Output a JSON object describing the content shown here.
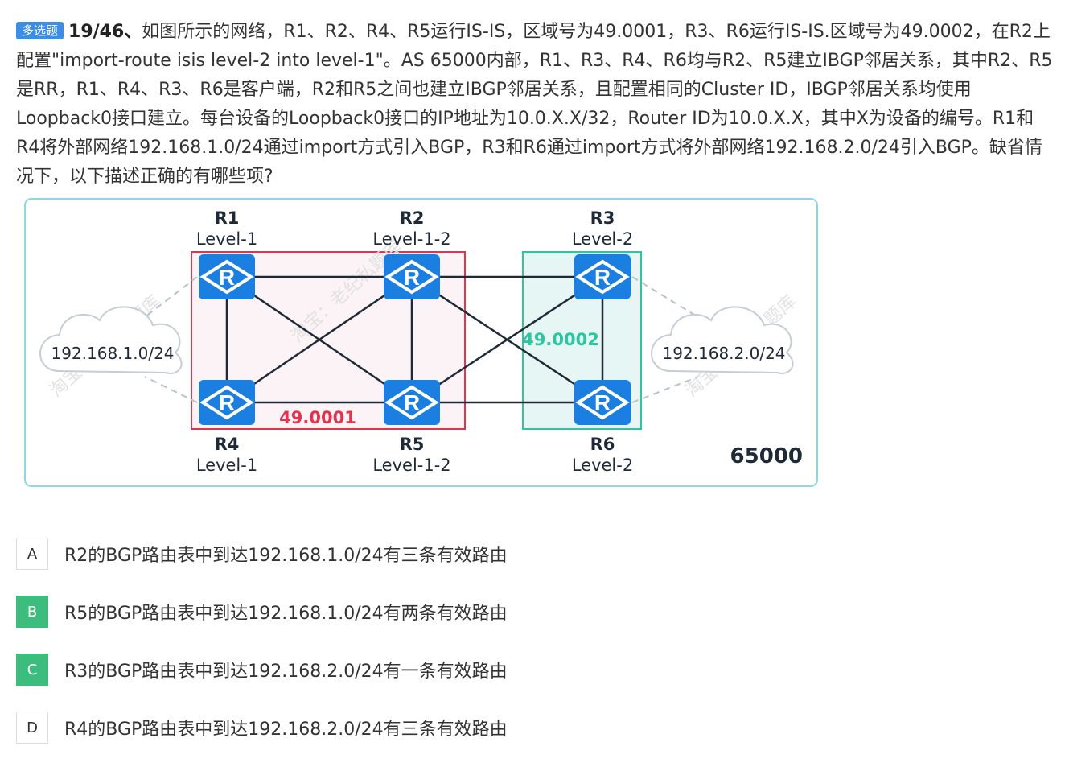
{
  "question": {
    "badge": "多选题",
    "number": "19/46",
    "separator": "、",
    "text": "如图所示的网络，R1、R2、R4、R5运行IS-IS，区域号为49.0001，R3、R6运行IS-IS.区域号为49.0002，在R2上配置\"import-route isis level-2 into level-1\"。AS 65000内部，R1、R3、R4、R6均与R2、R5建立IBGP邻居关系，其中R2、R5是RR，R1、R4、R3、R6是客户端，R2和R5之间也建立IBGP邻居关系，且配置相同的Cluster ID，IBGP邻居关系均使用Loopback0接口建立。每台设备的Loopback0接口的IP地址为10.0.X.X/32，Router ID为10.0.X.X，其中X为设备的编号。R1和R4将外部网络192.168.1.0/24通过import方式引入BGP，R3和R6通过import方式将外部网络192.168.2.0/24引入BGP。缺省情况下，以下描述正确的有哪些项?"
  },
  "diagram": {
    "routers": [
      {
        "name": "R1",
        "level": "Level-1"
      },
      {
        "name": "R2",
        "level": "Level-1-2"
      },
      {
        "name": "R3",
        "level": "Level-2"
      },
      {
        "name": "R4",
        "level": "Level-1"
      },
      {
        "name": "R5",
        "level": "Level-1-2"
      },
      {
        "name": "R6",
        "level": "Level-2"
      }
    ],
    "router_symbol": "R",
    "area1": "49.0001",
    "area2": "49.0002",
    "network_left": "192.168.1.0/24",
    "network_right": "192.168.2.0/24",
    "as_number": "65000",
    "watermark": "淘宝：老纪私题库",
    "colors": {
      "router": "#1a7fe0",
      "area1": "#e0344f",
      "area2": "#2cc6a0",
      "border": "#8ed8e6"
    }
  },
  "options": [
    {
      "letter": "A",
      "text": "R2的BGP路由表中到达192.168.1.0/24有三条有效路由",
      "selected": false
    },
    {
      "letter": "B",
      "text": "R5的BGP路由表中到达192.168.1.0/24有两条有效路由",
      "selected": true
    },
    {
      "letter": "C",
      "text": "R3的BGP路由表中到达192.168.2.0/24有一条有效路由",
      "selected": true
    },
    {
      "letter": "D",
      "text": "R4的BGP路由表中到达192.168.2.0/24有三条有效路由",
      "selected": false
    }
  ]
}
